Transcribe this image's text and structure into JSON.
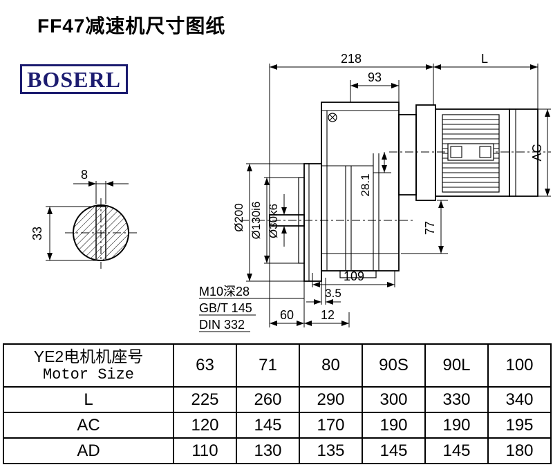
{
  "page": {
    "title": "FF47减速机尺寸图纸",
    "logo_text": "BOSERL"
  },
  "drawing": {
    "labels": {
      "dim_218": "218",
      "dim_L": "L",
      "dim_93": "93",
      "dim_AC": "AC",
      "dim_28_1": "28.1",
      "dia_200": "Ø200",
      "dia_130": "Ø130i6",
      "dia_30": "Ø30k6",
      "dim_77": "77",
      "dim_109": "109",
      "dim_3_5": "3.5",
      "dim_60": "60",
      "dim_12": "12",
      "note_thread": "M10深28",
      "note_gbt": "GB/T 145",
      "note_din": "DIN 332",
      "dim_8": "8",
      "dim_33": "33"
    }
  },
  "table": {
    "header": {
      "label_cn": "YE2电机机座号",
      "label_en": "Motor Size",
      "sizes": [
        "63",
        "71",
        "80",
        "90S",
        "90L",
        "100"
      ]
    },
    "rows": [
      {
        "label": "L",
        "values": [
          "225",
          "260",
          "290",
          "300",
          "330",
          "340"
        ]
      },
      {
        "label": "AC",
        "values": [
          "120",
          "145",
          "170",
          "190",
          "190",
          "195"
        ]
      },
      {
        "label": "AD",
        "values": [
          "110",
          "130",
          "135",
          "145",
          "145",
          "180"
        ]
      }
    ]
  }
}
